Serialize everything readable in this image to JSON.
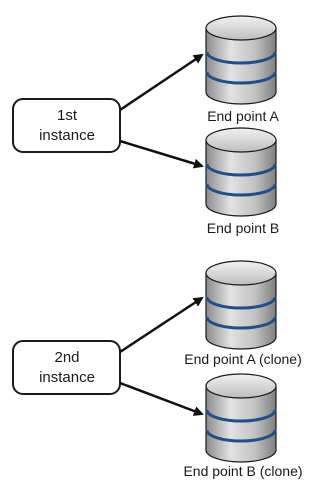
{
  "diagram": {
    "instances": [
      {
        "line1": "1st",
        "line2": "instance",
        "endpoints": [
          {
            "label": "End point A"
          },
          {
            "label": "End point B"
          }
        ]
      },
      {
        "line1": "2nd",
        "line2": "instance",
        "endpoints": [
          {
            "label": "End point A (clone)"
          },
          {
            "label": "End point B (clone)"
          }
        ]
      }
    ],
    "colors": {
      "db_top": "#d9d9d9",
      "db_body": "#b8b8b8",
      "db_band": "#1f4e8c",
      "outline": "#1a1a1a",
      "arrow": "#111111"
    }
  }
}
